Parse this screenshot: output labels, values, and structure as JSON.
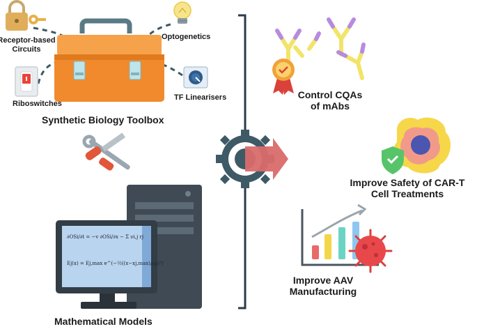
{
  "toolbox": {
    "title": "Synthetic Biology Toolbox",
    "tools": [
      {
        "label": "Receptor-based Circuits",
        "icon": "padlock-key-icon"
      },
      {
        "label": "Optogenetics",
        "icon": "lightbulb-icon"
      },
      {
        "label": "Riboswitches",
        "icon": "switch-icon"
      },
      {
        "label": "TF Linearisers",
        "icon": "dial-knob-icon"
      }
    ]
  },
  "models": {
    "title": "Mathematical Models",
    "equation_1": "∂OSi/∂t = −v ∂OSi/∂x − Σ νi,j rj",
    "equation_2": "Ej(x) = Ej,max e^(−½((x−xj,max)/ωj)²)"
  },
  "outcomes": [
    {
      "line1": "Control CQAs",
      "line2": "of mAbs",
      "icon": "antibody-icon"
    },
    {
      "line1": "Improve Safety of CAR-T",
      "line2": "Cell Treatments",
      "icon": "car-t-cell-icon"
    },
    {
      "line1": "Improve AAV",
      "line2": "Manufacturing",
      "icon": "growth-chart-virus-icon"
    }
  ],
  "center_icon": "gear-arrow-icon",
  "colors": {
    "toolbox_orange": "#f08a2c",
    "dashed_line": "#3d5a66",
    "bracket": "#2b3a48",
    "arrow": "#d96b6b",
    "monitor": "#3a4650",
    "screen": "#b9d4ee"
  }
}
